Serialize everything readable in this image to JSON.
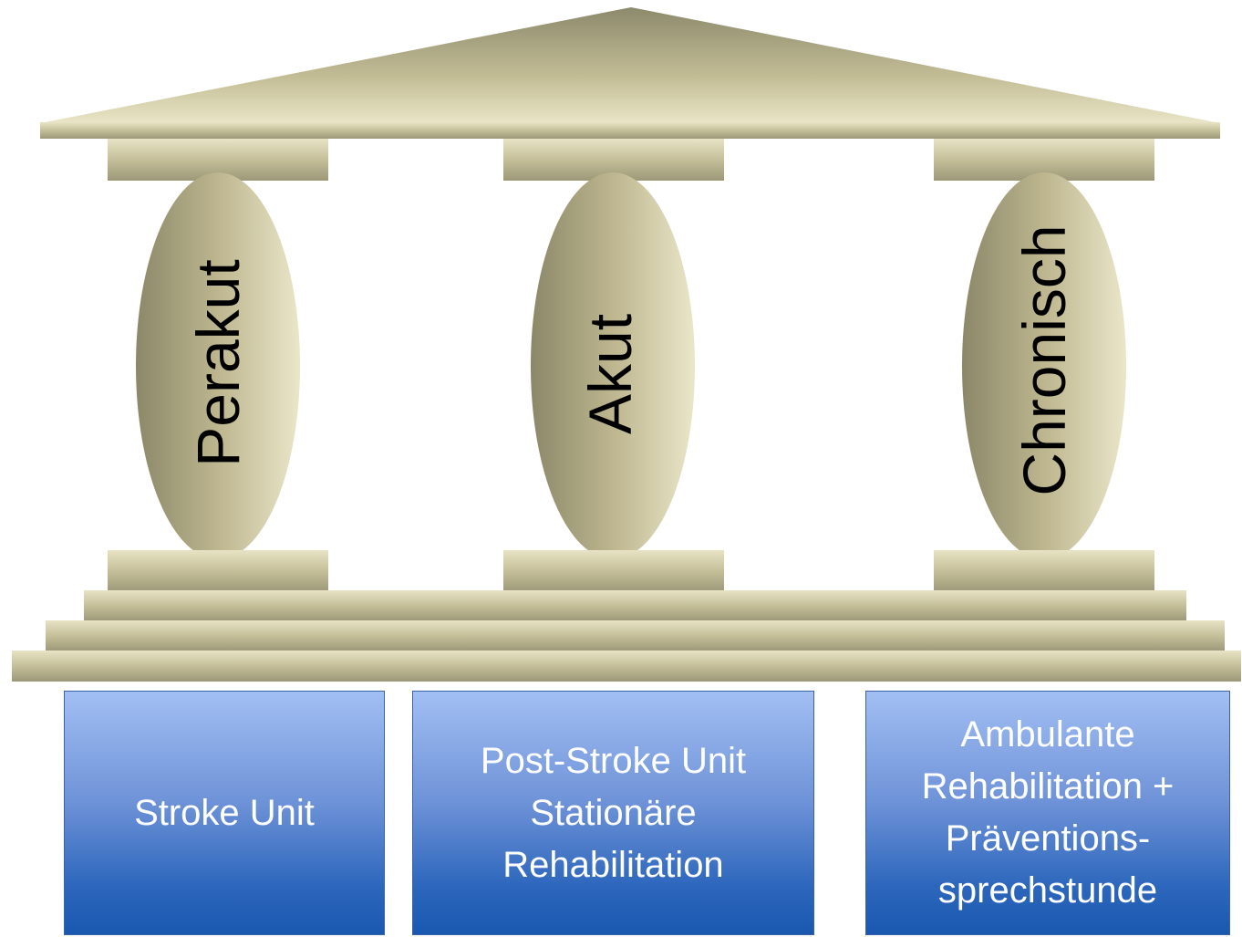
{
  "pillars": [
    {
      "label": "Perakut"
    },
    {
      "label": "Akut"
    },
    {
      "label": "Chronisch"
    }
  ],
  "boxes": [
    {
      "lines": [
        "Stroke Unit"
      ]
    },
    {
      "lines": [
        "Post-Stroke Unit",
        "Stationäre",
        "Rehabilitation"
      ]
    },
    {
      "lines": [
        "Ambulante",
        "Rehabilitation +",
        "Präventions-",
        "sprechstunde"
      ]
    }
  ],
  "colors": {
    "stone_light": "#e6e2c2",
    "stone_dark": "#8d8a6c",
    "box_top": "#a2bff3",
    "box_bottom": "#1a58b0",
    "box_text": "#ffffff"
  }
}
